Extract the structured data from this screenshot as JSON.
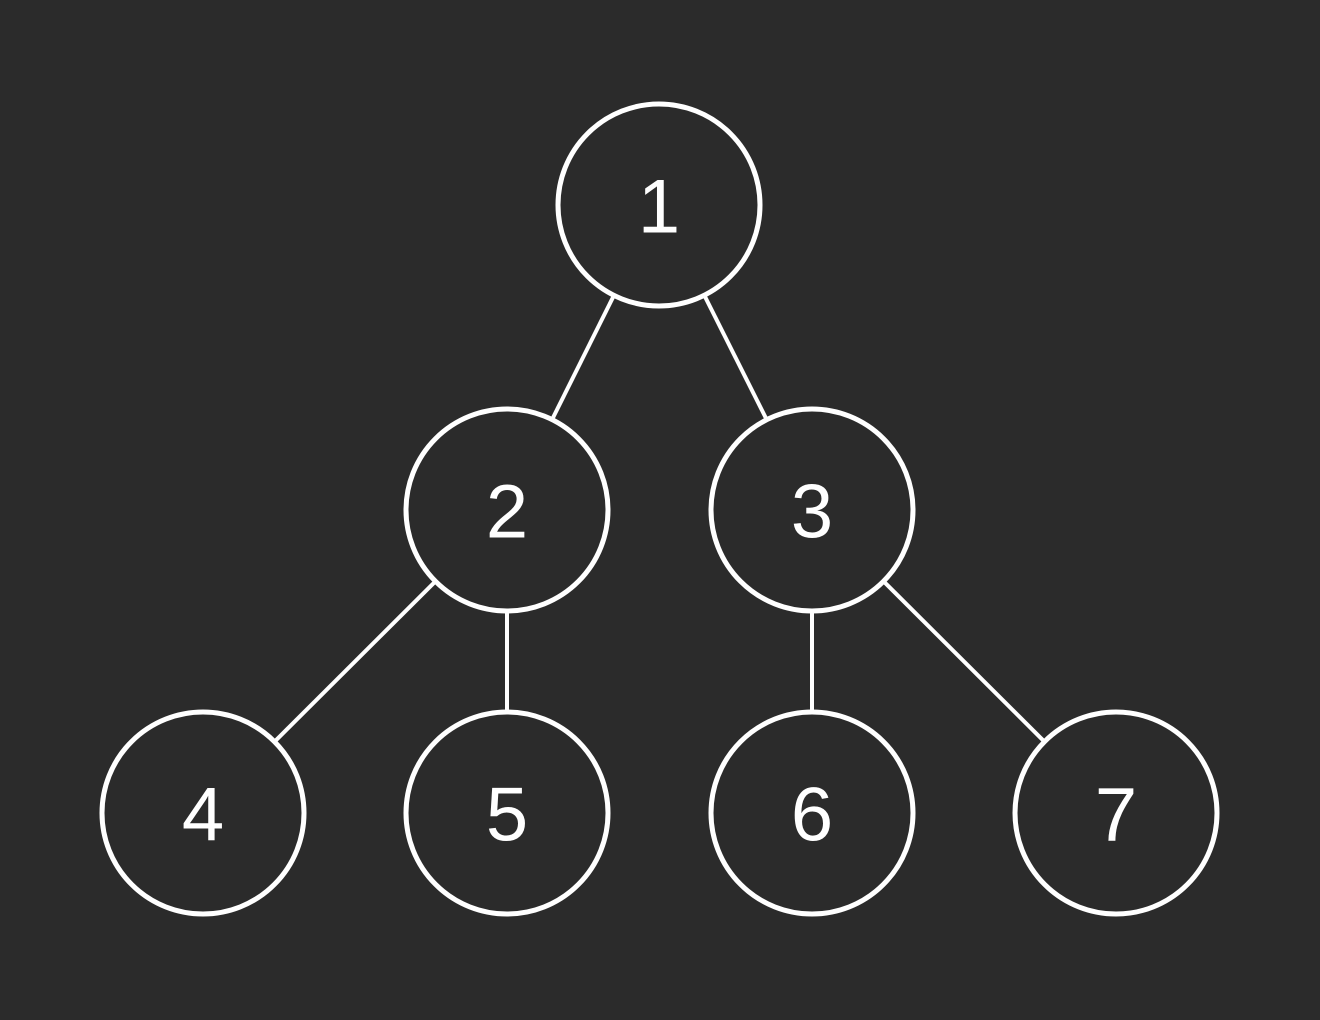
{
  "diagram": {
    "type": "binary-tree",
    "colors": {
      "background": "#2b2b2b",
      "stroke": "#ffffff",
      "text": "#ffffff"
    },
    "nodes": [
      {
        "id": "n1",
        "label": "1"
      },
      {
        "id": "n2",
        "label": "2"
      },
      {
        "id": "n3",
        "label": "3"
      },
      {
        "id": "n4",
        "label": "4"
      },
      {
        "id": "n5",
        "label": "5"
      },
      {
        "id": "n6",
        "label": "6"
      },
      {
        "id": "n7",
        "label": "7"
      }
    ],
    "edges": [
      {
        "from": "n1",
        "to": "n2"
      },
      {
        "from": "n1",
        "to": "n3"
      },
      {
        "from": "n2",
        "to": "n4"
      },
      {
        "from": "n2",
        "to": "n5"
      },
      {
        "from": "n3",
        "to": "n6"
      },
      {
        "from": "n3",
        "to": "n7"
      }
    ]
  }
}
